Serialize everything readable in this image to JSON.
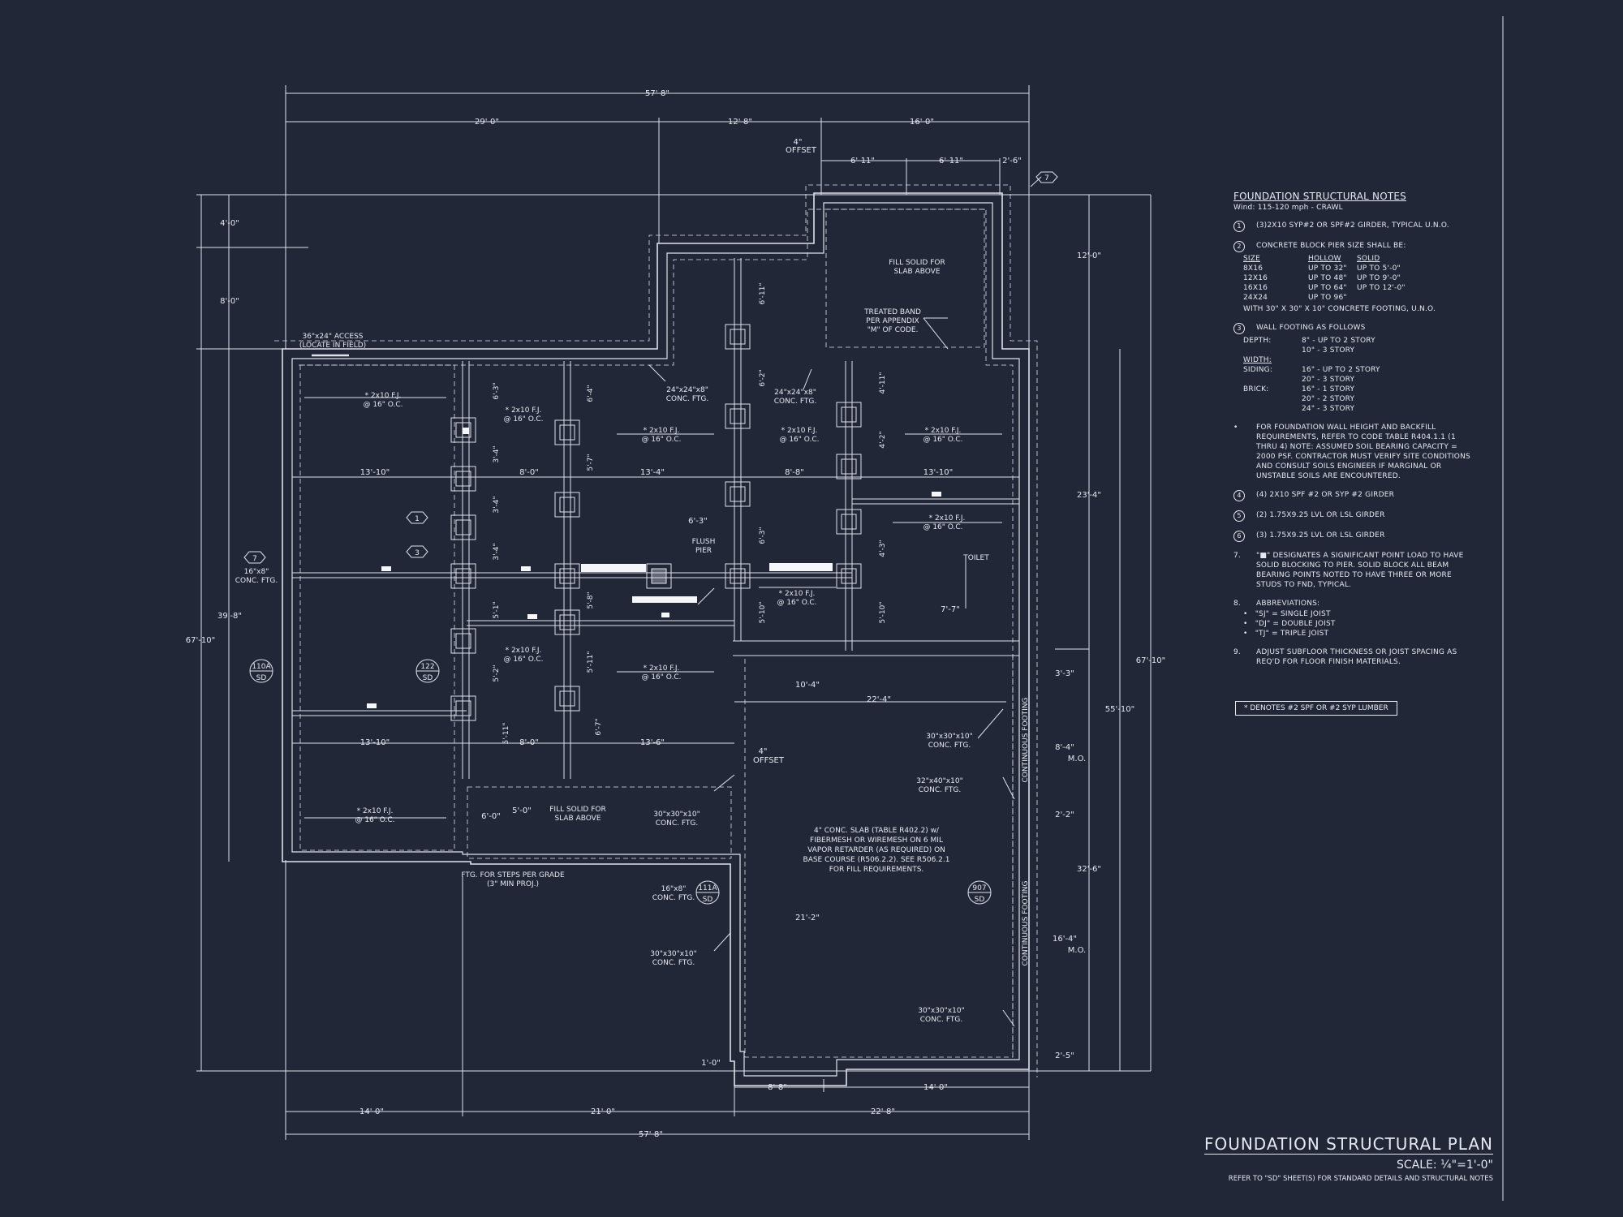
{
  "title_block": {
    "title": "FOUNDATION STRUCTURAL PLAN",
    "scale": "SCALE: ¼\"=1'-0\"",
    "reference": "REFER TO \"SD\" SHEET(S) FOR STANDARD DETAILS AND STRUCTURAL NOTES"
  },
  "notes": {
    "title": "FOUNDATION STRUCTURAL NOTES",
    "subtitle": "Wind: 115-120 mph - CRAWL",
    "n1": "(3)2x10 SYP#2 OR SPF#2 GIRDER, TYPICAL U.N.O.",
    "n2": "CONCRETE BLOCK PIER SIZE SHALL BE:",
    "pier_headers": [
      "SIZE",
      "HOLLOW",
      "SOLID"
    ],
    "pier_rows": [
      [
        "8x16",
        "UP TO 32\"",
        "UP TO 5'-0\""
      ],
      [
        "12x16",
        "UP TO 48\"",
        "UP TO 9'-0\""
      ],
      [
        "16x16",
        "UP TO 64\"",
        "UP TO 12'-0\""
      ],
      [
        "24x24",
        "UP TO 96\"",
        ""
      ]
    ],
    "n2_footing": "WITH 30\" x 30\" x 10\" CONCRETE FOOTING, U.N.O.",
    "n3": "WALL FOOTING AS FOLLOWS",
    "depth_label": "DEPTH:",
    "depth_1": "8\" - UP TO 2 STORY",
    "depth_2": "10\" - 3 STORY",
    "width_label": "WIDTH:",
    "siding_label": "SIDING:",
    "siding_1": "16\" - UP TO 2 STORY",
    "siding_2": "20\" - 3 STORY",
    "brick_label": "BRICK:",
    "brick_1": "16\" - 1 STORY",
    "brick_2": "20\" - 2 STORY",
    "brick_3": "24\" - 3 STORY",
    "bullet_note": "FOR FOUNDATION WALL HEIGHT AND BACKFILL REQUIREMENTS, REFER TO CODE TABLE R404.1.1 (1 THRU 4) NOTE: ASSUMED SOIL BEARING CAPACITY = 2000 PSF. CONTRACTOR MUST VERIFY SITE CONDITIONS AND CONSULT SOILS ENGINEER IF MARGINAL OR UNSTABLE SOILS ARE ENCOUNTERED.",
    "n4": "(4) 2x10 SPF #2 OR SYP #2 GIRDER",
    "n5": "(2) 1.75x9.25 LVL OR LSL GIRDER",
    "n6": "(3) 1.75x9.25 LVL OR LSL GIRDER",
    "n7": "\"■\" DESIGNATES A SIGNIFICANT POINT LOAD TO HAVE SOLID BLOCKING TO PIER. SOLID BLOCK ALL BEAM BEARING POINTS NOTED TO HAVE THREE OR MORE STUDS TO FND, TYPICAL.",
    "n8": "ABBREVIATIONS:",
    "abbr": [
      "\"SJ\" = SINGLE JOIST",
      "\"DJ\" = DOUBLE JOIST",
      "\"TJ\" = TRIPLE JOIST"
    ],
    "n9": "ADJUST SUBFLOOR THICKNESS OR JOIST SPACING AS REQ'D FOR FLOOR FINISH MATERIALS.",
    "legend": "* DENOTES #2 SPF OR #2 SYP LUMBER"
  },
  "plan": {
    "dims": {
      "top_overall": "57'-8\"",
      "top_a": "29'-0\"",
      "top_b": "12'-8\"",
      "top_c": "16'-0\"",
      "top_d": "6'-11\"",
      "top_e": "6'-11\"",
      "top_f": "2'-6\"",
      "offset_top": "4\"",
      "offset_word": "OFFSET",
      "left_a": "4'-0\"",
      "left_b": "8'-0\"",
      "left_c": "39'-8\"",
      "left_overall": "67'-10\"",
      "right_a": "12'-0\"",
      "right_b": "23'-4\"",
      "right_c": "55'-10\"",
      "right_overall": "67'-10\"",
      "right_d": "3'-3\"",
      "right_e": "8'-4\"",
      "right_f": "2'-2\"",
      "right_g": "32'-6\"",
      "right_h": "16'-4\"",
      "right_i": "2'-5\"",
      "mo": "M.O.",
      "bot_a": "14'-0\"",
      "bot_b": "21'-0\"",
      "bot_c": "22'-8\"",
      "bot_overall": "57'-8\"",
      "bot_d": "8'-8\"",
      "bot_e": "14'-0\"",
      "bot_f": "1'-0\"",
      "int_1310a": "13'-10\"",
      "int_80a": "8'-0\"",
      "int_134": "13'-4\"",
      "int_88": "8'-8\"",
      "int_1310b": "13'-10\"",
      "int_1310c": "13'-10\"",
      "int_80b": "8'-0\"",
      "int_136": "13'-6\"",
      "int_104": "10'-4\"",
      "int_224": "22'-4\"",
      "int_63": "6'-3\"",
      "int_77": "7'-7\"",
      "int_212": "21'-2\"",
      "int_60": "6'-0\"",
      "int_50": "5'-0\"",
      "offset_mid": "4\""
    },
    "labels": {
      "access": "36\"x24\" ACCESS",
      "access_2": "(LOCATE IN FIELD)",
      "fill_solid": "FILL SOLID FOR",
      "slab_above": "SLAB ABOVE",
      "treated_1": "TREATED BAND",
      "treated_2": "PER APPENDIX",
      "treated_3": "\"M\" OF CODE.",
      "fj": "* 2x10 F.J.",
      "oc": "@ 16\" O.C.",
      "conc_24": "24\"x24\"x8\"",
      "conc_ftg": "CONC. FTG.",
      "conc_16": "16\"x8\"",
      "conc_30": "30\"x30\"x10\"",
      "conc_32": "32\"x40\"x10\"",
      "flush_1": "FLUSH",
      "flush_2": "PIER",
      "toilet": "TOILET",
      "ftg_steps_1": "FTG. FOR STEPS PER GRADE",
      "ftg_steps_2": "(3\" MIN PROJ.)",
      "slab_1": "4\" CONC. SLAB (TABLE R402.2) w/",
      "slab_2": "FIBERMESH OR WIREMESH ON 6 MIL",
      "slab_3": "VAPOR RETARDER (AS REQUIRED) ON",
      "slab_4": "BASE COURSE (R506.2.2). SEE R506.2.1",
      "slab_5": "FOR FILL REQUIREMENTS.",
      "cont_footing": "CONTINUOUS FOOTING",
      "tag_110a": "110A",
      "tag_122": "122",
      "tag_111a": "111A",
      "tag_907": "907",
      "tag_sd": "SD",
      "hex_7": "7",
      "hex_1": "1",
      "hex_3": "3",
      "p63a": "6'-3\"",
      "p64": "6'-4\"",
      "p611": "6'-11\"",
      "p62": "6'-2\"",
      "p411": "4'-11\"",
      "p34a": "3'-4\"",
      "p34b": "3'-4\"",
      "p34c": "3'-4\"",
      "p51a": "5'-1\"",
      "p57": "5'-7\"",
      "p42": "4'-2\"",
      "p43": "4'-3\"",
      "p510a": "5'-10\"",
      "p510b": "5'-10\"",
      "p58": "5'-8\"",
      "p511a": "5'-11\"",
      "p52": "5'-2\"",
      "p511b": "5'-11\"",
      "p67": "6'-7\"",
      "p63b": "6'-3\""
    }
  }
}
